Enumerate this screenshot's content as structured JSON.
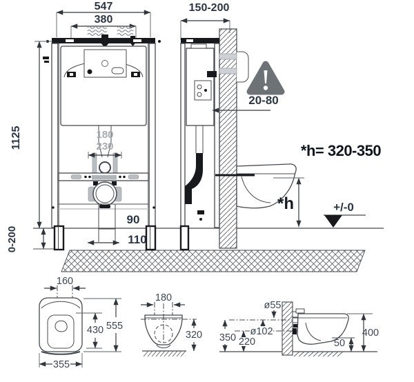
{
  "colors": {
    "line": "#44484d",
    "dim_text": "#2b3644",
    "gray_text": "#a7acb1",
    "warning_gray": "#6d7277",
    "black": "#17191c",
    "white": "#ffffff"
  },
  "icons": {
    "water_inlet": "water-squiggle-icon",
    "flow_arrow": "down-arrow-icon",
    "warning": "warning-triangle-icon",
    "datum": "datum-level-icon"
  },
  "front_view": {
    "dim_total_width": "547",
    "dim_inner_width": "380",
    "dim_total_height": "1125",
    "dim_foot_adjust": "0-200",
    "dim_inlet_depth_a": "180",
    "dim_inlet_depth_b": "230",
    "dim_outlet_height": "90",
    "dim_outlet_offset": "110"
  },
  "side_view": {
    "dim_frame_depth": "150-200",
    "dim_wall_clearance": "20-80",
    "bowl_height_var": "*h",
    "bowl_height_note": "*h= 320-350",
    "floor_datum": "+/-0"
  },
  "pan_front_view": {
    "dim_fixing_centres": "160",
    "dim_seat_height": "430",
    "dim_total_height": "555",
    "dim_width": "355"
  },
  "pan_rear_view": {
    "dim_fixing_centres": "180",
    "dim_outlet_height": "320"
  },
  "pan_side_view": {
    "dim_inlet_diameter": "ø55",
    "dim_outlet_diameter": "ø102",
    "dim_inlet_centre_height": "350",
    "dim_outlet_centre_height": "220",
    "dim_rim_drop": "50",
    "dim_depth": "400"
  }
}
